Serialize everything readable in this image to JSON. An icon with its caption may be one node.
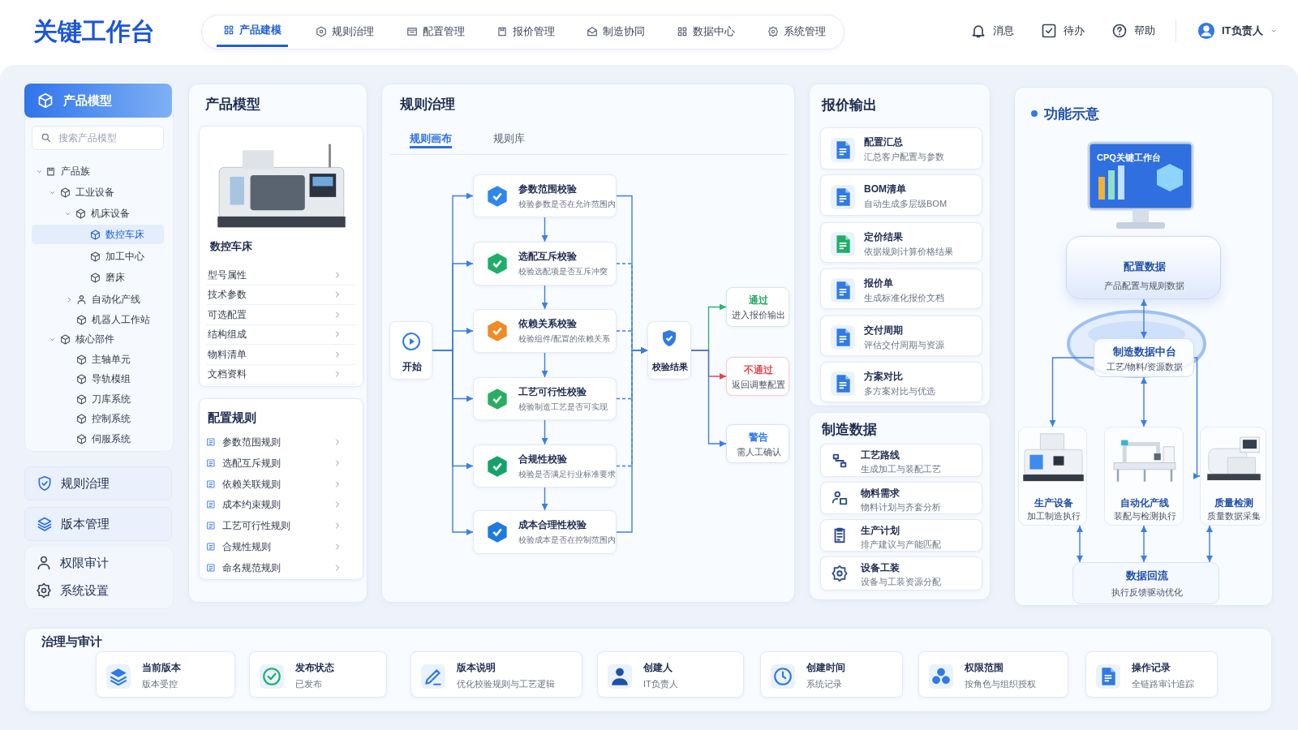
{
  "diagram": {
    "title": "关键工作台",
    "nodes": [
      {
        "text": [
          "产品模型"
        ]
      },
      {
        "text": [
          "数控车床",
          "型号属性",
          "技术参数",
          "可选配置",
          "结构组成",
          "物料清单",
          "文档资料"
        ],
        "in": 0
      },
      {
        "text": [
          "配置规则",
          "参数范围规则",
          "选配互斥规则",
          "依赖关联规则",
          "成本约束规则",
          "工艺可行性规则",
          "合规性规则",
          "命名规范规则"
        ],
        "in": 0
      },
      {
        "text": [
          "规则治理",
          "规则画布",
          "规则库"
        ]
      },
      {
        "text": [
          "开始"
        ],
        "in": 3
      },
      {
        "text": [
          "参数范围校验",
          "校验参数是否在允许范围内"
        ],
        "in": 3
      },
      {
        "text": [
          "选配互斥校验",
          "校验选配项是否互斥冲突"
        ],
        "in": 3
      },
      {
        "text": [
          "依赖关系校验",
          "校验组件/配置的依赖关系"
        ],
        "in": 3
      },
      {
        "text": [
          "工艺可行性校验",
          "校验制造工艺是否可实现"
        ],
        "in": 3
      },
      {
        "text": [
          "合规性校验",
          "校验是否满足行业标准要求"
        ],
        "in": 3
      },
      {
        "text": [
          "成本合理性校验",
          "校验成本是否在控制范围内"
        ],
        "in": 3
      },
      {
        "text": [
          "校验结果"
        ],
        "in": 3
      },
      {
        "text": [
          "通过",
          "进入报价输出"
        ],
        "in": 3
      },
      {
        "text": [
          "不通过",
          "返回调整配置"
        ],
        "in": 3
      },
      {
        "text": [
          "警告",
          "需人工确认"
        ],
        "in": 3
      },
      {
        "text": [
          "报价输出"
        ]
      },
      {
        "text": [
          "配置汇总",
          "汇总客户配置与参数"
        ],
        "in": 15
      },
      {
        "text": [
          "BOM清单",
          "自动生成多层级BOM"
        ],
        "in": 15
      },
      {
        "text": [
          "定价结果",
          "依据规则计算价格结果"
        ],
        "in": 15
      },
      {
        "text": [
          "报价单",
          "生成标准化报价文档"
        ],
        "in": 15
      },
      {
        "text": [
          "交付周期",
          "评估交付周期与资源"
        ],
        "in": 15
      },
      {
        "text": [
          "方案对比",
          "多方案对比与优选"
        ],
        "in": 15
      },
      {
        "text": [
          "制造数据"
        ]
      },
      {
        "text": [
          "工艺路线",
          "生成加工与装配工艺"
        ],
        "in": 22
      },
      {
        "text": [
          "物料需求",
          "物料计划与齐套分析"
        ],
        "in": 22
      },
      {
        "text": [
          "生产计划",
          "排产建议与产能匹配"
        ],
        "in": 22
      },
      {
        "text": [
          "设备工装",
          "设备与工装资源分配"
        ],
        "in": 22
      },
      {
        "text": [
          "功能示意"
        ]
      },
      {
        "text": [
          "配置数据",
          "产品配置与规则数据"
        ],
        "in": 27
      },
      {
        "text": [
          "制造数据中台",
          "工艺/物料/资源数据"
        ],
        "in": 27
      },
      {
        "text": [
          "生产设备",
          "加工制造执行"
        ],
        "in": 27
      },
      {
        "text": [
          "自动化产线",
          "装配与检测执行"
        ],
        "in": 27
      },
      {
        "text": [
          "质量检测",
          "质量数据采集"
        ],
        "in": 27
      },
      {
        "text": [
          "数据回流",
          "执行反馈驱动优化"
        ],
        "in": 27
      },
      {
        "text": [
          "治理与审计"
        ]
      },
      {
        "text": [
          "当前版本",
          "版本受控"
        ],
        "in": 34
      },
      {
        "text": [
          "发布状态",
          "已发布"
        ],
        "in": 34
      },
      {
        "text": [
          "版本说明",
          "优化校验规则与工艺逻辑"
        ],
        "in": 34
      },
      {
        "text": [
          "创建人",
          "IT负责人"
        ],
        "in": 34
      },
      {
        "text": [
          "创建时间",
          "系统记录"
        ],
        "in": 34
      },
      {
        "text": [
          "权限范围",
          "按角色与组织授权"
        ],
        "in": 34
      },
      {
        "text": [
          "操作记录",
          "全链路审计追踪"
        ],
        "in": 34
      }
    ],
    "edges": [
      {
        "from": 4,
        "to": 5,
        "arrow": "to"
      },
      {
        "from": 4,
        "to": 6,
        "arrow": "to"
      },
      {
        "from": 4,
        "to": 7,
        "arrow": "to"
      },
      {
        "from": 4,
        "to": 8,
        "arrow": "to"
      },
      {
        "from": 4,
        "to": 9,
        "arrow": "to"
      },
      {
        "from": 4,
        "to": 10,
        "arrow": "to"
      },
      {
        "from": 5,
        "to": 6,
        "arrow": "to"
      },
      {
        "from": 6,
        "to": 7,
        "arrow": "to"
      },
      {
        "from": 7,
        "to": 8,
        "arrow": "to"
      },
      {
        "from": 8,
        "to": 9,
        "arrow": "to"
      },
      {
        "from": 9,
        "to": 10,
        "arrow": "to"
      },
      {
        "from": 5,
        "to": 11,
        "arrow": "to"
      },
      {
        "from": 6,
        "to": 11,
        "arrow": "to",
        "style": "dashed"
      },
      {
        "from": 7,
        "to": 11,
        "arrow": "to",
        "style": "dashed"
      },
      {
        "from": 8,
        "to": 11,
        "arrow": "to",
        "style": "dashed"
      },
      {
        "from": 9,
        "to": 11,
        "arrow": "to",
        "style": "dashed"
      },
      {
        "from": 10,
        "to": 11,
        "arrow": "to"
      },
      {
        "from": 11,
        "to": 12,
        "arrow": "to",
        "color": "#2bb673"
      },
      {
        "from": 11,
        "to": 13,
        "arrow": "to",
        "color": "#e5484d"
      },
      {
        "from": 11,
        "to": 14,
        "arrow": "to"
      },
      {
        "from": 28,
        "to": 29,
        "arrow": "both"
      },
      {
        "from": 29,
        "to": 30,
        "arrow": "to"
      },
      {
        "from": 29,
        "to": 31,
        "arrow": "both"
      },
      {
        "from": 29,
        "to": 32,
        "arrow": "to"
      },
      {
        "from": 30,
        "to": 33,
        "arrow": "both"
      },
      {
        "from": 31,
        "to": 33,
        "arrow": "both"
      },
      {
        "from": 32,
        "to": 33,
        "arrow": "both"
      }
    ],
    "labels": [
      "产品建模",
      "规则治理",
      "配置管理",
      "报价管理",
      "制造协同",
      "数据中心",
      "系统管理",
      "消息",
      "待办",
      "帮助",
      "IT负责人",
      "产品模型",
      "搜索产品模型",
      "产品族",
      "工业设备",
      "机床设备",
      "数控车床",
      "加工中心",
      "磨床",
      "自动化产线",
      "机器人工作站",
      "核心部件",
      "主轴单元",
      "导轨模组",
      "刀库系统",
      "控制系统",
      "伺服系统",
      "规则治理",
      "版本管理",
      "权限审计",
      "系统设置",
      "CPQ关键工作台"
    ]
  }
}
